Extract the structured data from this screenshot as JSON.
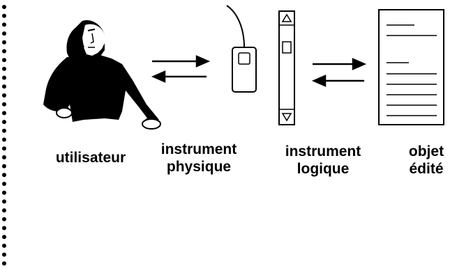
{
  "labels": {
    "user": "utilisateur",
    "physical_instrument": [
      "instrument",
      "physique"
    ],
    "logical_instrument": [
      "instrument",
      "logique"
    ],
    "edited_object": [
      "objet",
      "édité"
    ]
  },
  "icons": {
    "user": "woman-figure-icon",
    "physical_instrument": "mouse-icon",
    "logical_instrument": "scrollbar-icon",
    "edited_object": "document-icon",
    "arrows": "bidirectional-arrows-icon",
    "margin": "dotted-margin-line"
  },
  "colors": {
    "ink": "#000000",
    "background": "#ffffff"
  }
}
